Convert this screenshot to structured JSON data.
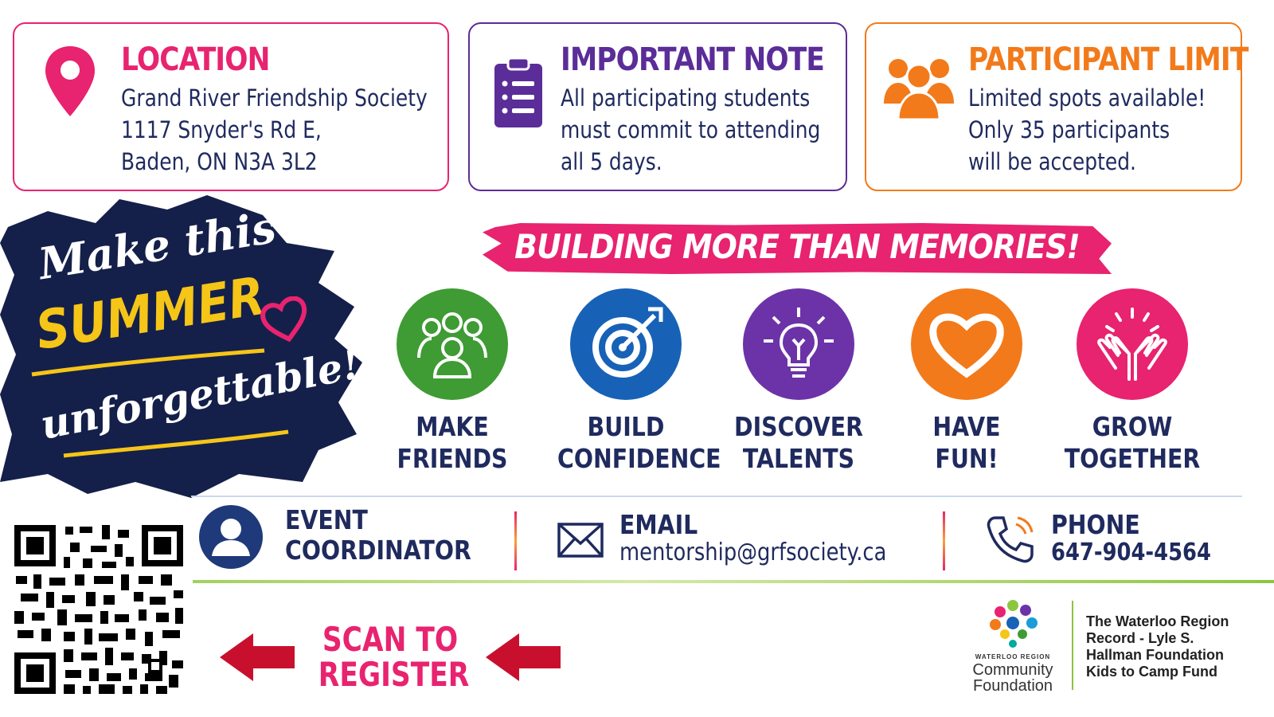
{
  "cards": {
    "location": {
      "title": "LOCATION",
      "lines": [
        "Grand River Friendship Society",
        "1117 Snyder's Rd E,",
        "Baden, ON N3A 3L2"
      ],
      "color": "#e8236f"
    },
    "note": {
      "title": "IMPORTANT NOTE",
      "lines": [
        "All participating students",
        "must commit to attending",
        "all 5 days."
      ],
      "color": "#5b2d98"
    },
    "limit": {
      "title": "PARTICIPANT LIMIT",
      "lines": [
        "Limited spots available!",
        "Only 35 participants",
        "will be accepted."
      ],
      "color": "#f27a1a"
    }
  },
  "slogan": {
    "line1": "Make this",
    "line2": "SUMMER",
    "line3": "unforgettable!"
  },
  "banner": {
    "text": "BUILDING MORE THAN MEMORIES!"
  },
  "benefits": [
    {
      "line1": "MAKE",
      "line2": "FRIENDS",
      "color": "#3f9b34",
      "icon": "people-group-icon"
    },
    {
      "line1": "BUILD",
      "line2": "CONFIDENCE",
      "color": "#1762b7",
      "icon": "target-icon"
    },
    {
      "line1": "DISCOVER",
      "line2": "TALENTS",
      "color": "#6c33a8",
      "icon": "lightbulb-icon"
    },
    {
      "line1": "HAVE",
      "line2": "FUN!",
      "color": "#f27a1a",
      "icon": "heart-icon"
    },
    {
      "line1": "GROW",
      "line2": "TOGETHER",
      "color": "#e8236f",
      "icon": "raised-hands-icon"
    }
  ],
  "contacts": {
    "coordinator": {
      "line1": "EVENT",
      "line2": "COORDINATOR"
    },
    "email": {
      "label": "EMAIL",
      "value": "mentorship@grfsociety.ca"
    },
    "phone": {
      "label": "PHONE",
      "value": "647-904-4564"
    }
  },
  "register": {
    "line1": "SCAN TO",
    "line2": "REGISTER"
  },
  "foundation": {
    "logo_small": "WATERLOO REGION",
    "logo_line1": "Community",
    "logo_line2": "Foundation",
    "fund_lines": [
      "The Waterloo Region",
      "Record - Lyle S.",
      "Hallman Foundation",
      "Kids to Camp Fund"
    ]
  }
}
